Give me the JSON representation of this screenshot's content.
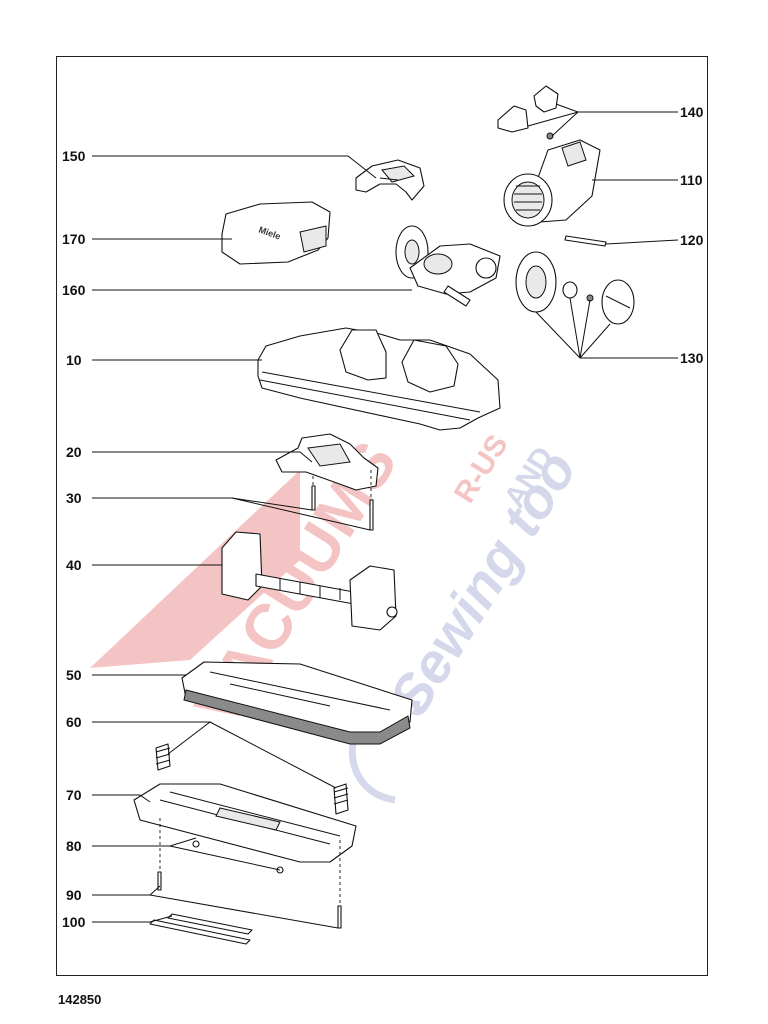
{
  "parts": [
    {
      "id": "p150",
      "label": "150",
      "name": "part-150-label"
    },
    {
      "id": "p170",
      "label": "170",
      "name": "part-170-label"
    },
    {
      "id": "p160",
      "label": "160",
      "name": "part-160-label"
    },
    {
      "id": "p10",
      "label": "10",
      "name": "part-10-label"
    },
    {
      "id": "p20",
      "label": "20",
      "name": "part-20-label"
    },
    {
      "id": "p30",
      "label": "30",
      "name": "part-30-label"
    },
    {
      "id": "p40",
      "label": "40",
      "name": "part-40-label"
    },
    {
      "id": "p50",
      "label": "50",
      "name": "part-50-label"
    },
    {
      "id": "p60",
      "label": "60",
      "name": "part-60-label"
    },
    {
      "id": "p70",
      "label": "70",
      "name": "part-70-label"
    },
    {
      "id": "p80",
      "label": "80",
      "name": "part-80-label"
    },
    {
      "id": "p90",
      "label": "90",
      "name": "part-90-label"
    },
    {
      "id": "p100",
      "label": "100",
      "name": "part-100-label"
    },
    {
      "id": "p140",
      "label": "140",
      "name": "part-140-label"
    },
    {
      "id": "p110",
      "label": "110",
      "name": "part-110-label"
    },
    {
      "id": "p120",
      "label": "120",
      "name": "part-120-label"
    },
    {
      "id": "p130",
      "label": "130",
      "name": "part-130-label"
    }
  ],
  "document_number": "142850",
  "part_brand_text": "Miele",
  "watermark": {
    "line1": "VACUUMS",
    "line2": "R-US",
    "line3": "AND",
    "line4": "Sewing too",
    "red": "#e25a5a",
    "blue": "#8a8fc8"
  }
}
